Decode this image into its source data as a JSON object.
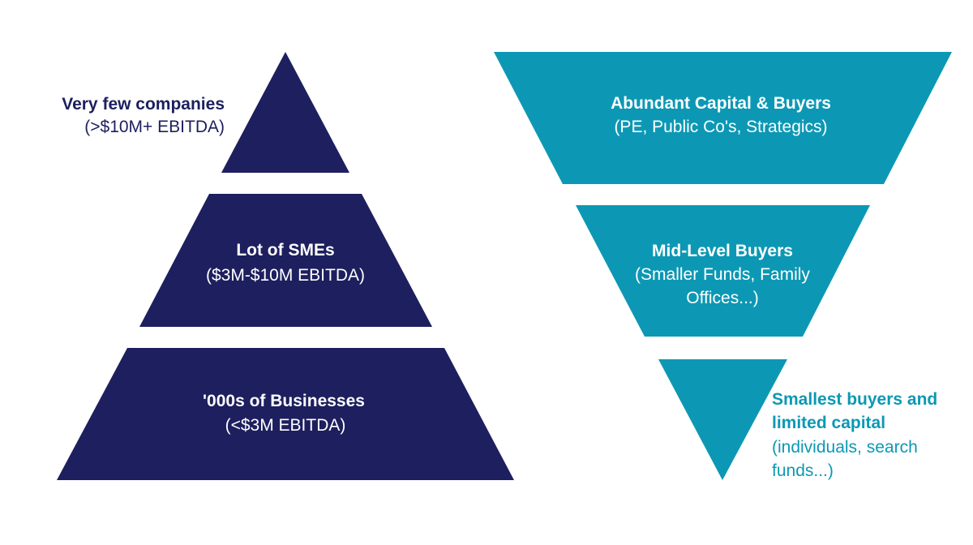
{
  "colors": {
    "pyramid": "#1d1f5e",
    "funnel": "#0c98b4",
    "pyramid_text_on_shape": "#ffffff",
    "pyramid_label_outside": "#1d1f5e",
    "funnel_text_on_shape": "#ffffff",
    "funnel_label_outside": "#0c98b4"
  },
  "pyramid": {
    "levels": [
      {
        "title": "Very few companies",
        "subtitle": "(>$10M+ EBITDA)"
      },
      {
        "title": "Lot of SMEs",
        "subtitle": "($3M-$10M EBITDA)"
      },
      {
        "title": "'000s of Businesses",
        "subtitle": "(<$3M EBITDA)"
      }
    ]
  },
  "funnel": {
    "levels": [
      {
        "title": "Abundant Capital & Buyers",
        "subtitle": "(PE, Public Co's, Strategics)"
      },
      {
        "title": "Mid-Level Buyers",
        "subtitle_line1": "(Smaller Funds, Family",
        "subtitle_line2": "Offices...)"
      },
      {
        "title_line1": "Smallest buyers and",
        "title_line2": "limited capital",
        "subtitle_line1": "(individuals, search",
        "subtitle_line2": "funds...)"
      }
    ]
  }
}
